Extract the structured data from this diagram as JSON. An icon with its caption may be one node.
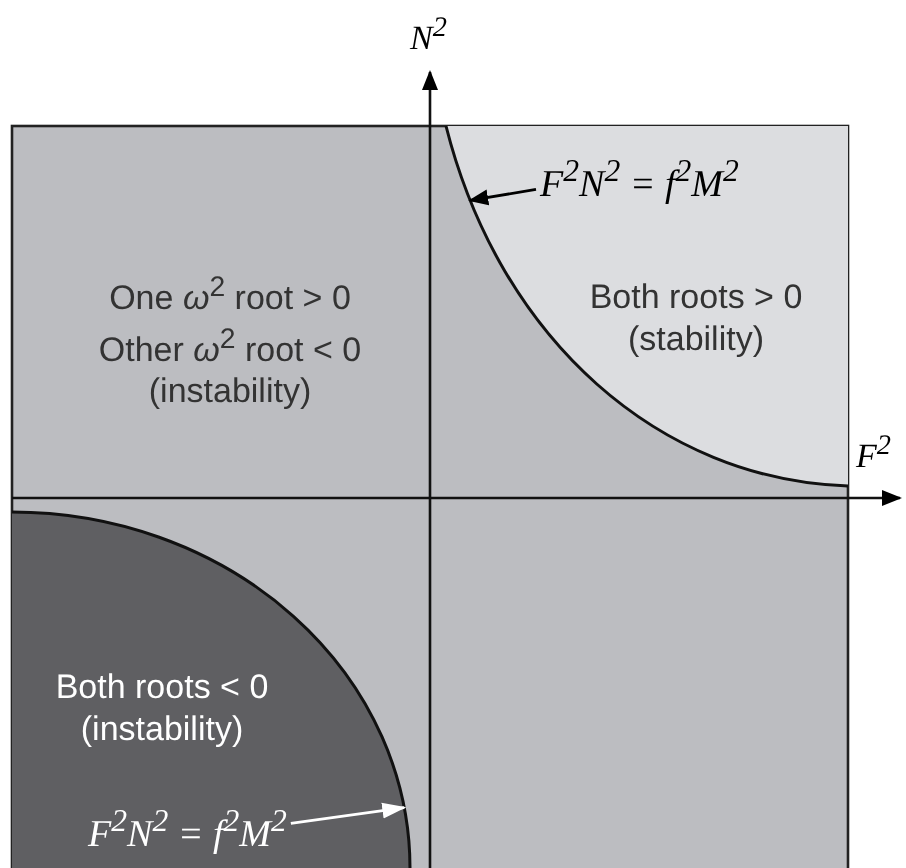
{
  "diagram": {
    "nodes": [
      {
        "text": [
          "One *ω*$^{2}$ root > 0 Other *ω*$^{2}$ root < 0 (instability)"
        ]
      },
      {
        "text": [
          "Both roots > 0 (stability)"
        ]
      },
      {
        "text": [
          "Both roots < 0 (instability)"
        ]
      },
      {
        "text": [
          "F$^{2}$N$^{2}$ = f$^{2}$M$^{2}$"
        ],
        "in": 1
      },
      {
        "text": [],
        "shape": "curve"
      },
      {
        "text": [
          "F$^{2}$N$^{2}$ = f$^{2}$M$^{2}$"
        ],
        "in": 2
      },
      {
        "text": [],
        "shape": "curve"
      }
    ],
    "edges": [
      {
        "from": 3,
        "to": 4,
        "arrow": "to"
      },
      {
        "from": 5,
        "to": 6,
        "arrow": "to",
        "color": "#ffffff"
      }
    ],
    "labels": [
      "N$^{2}$",
      "F$^{2}$"
    ]
  }
}
